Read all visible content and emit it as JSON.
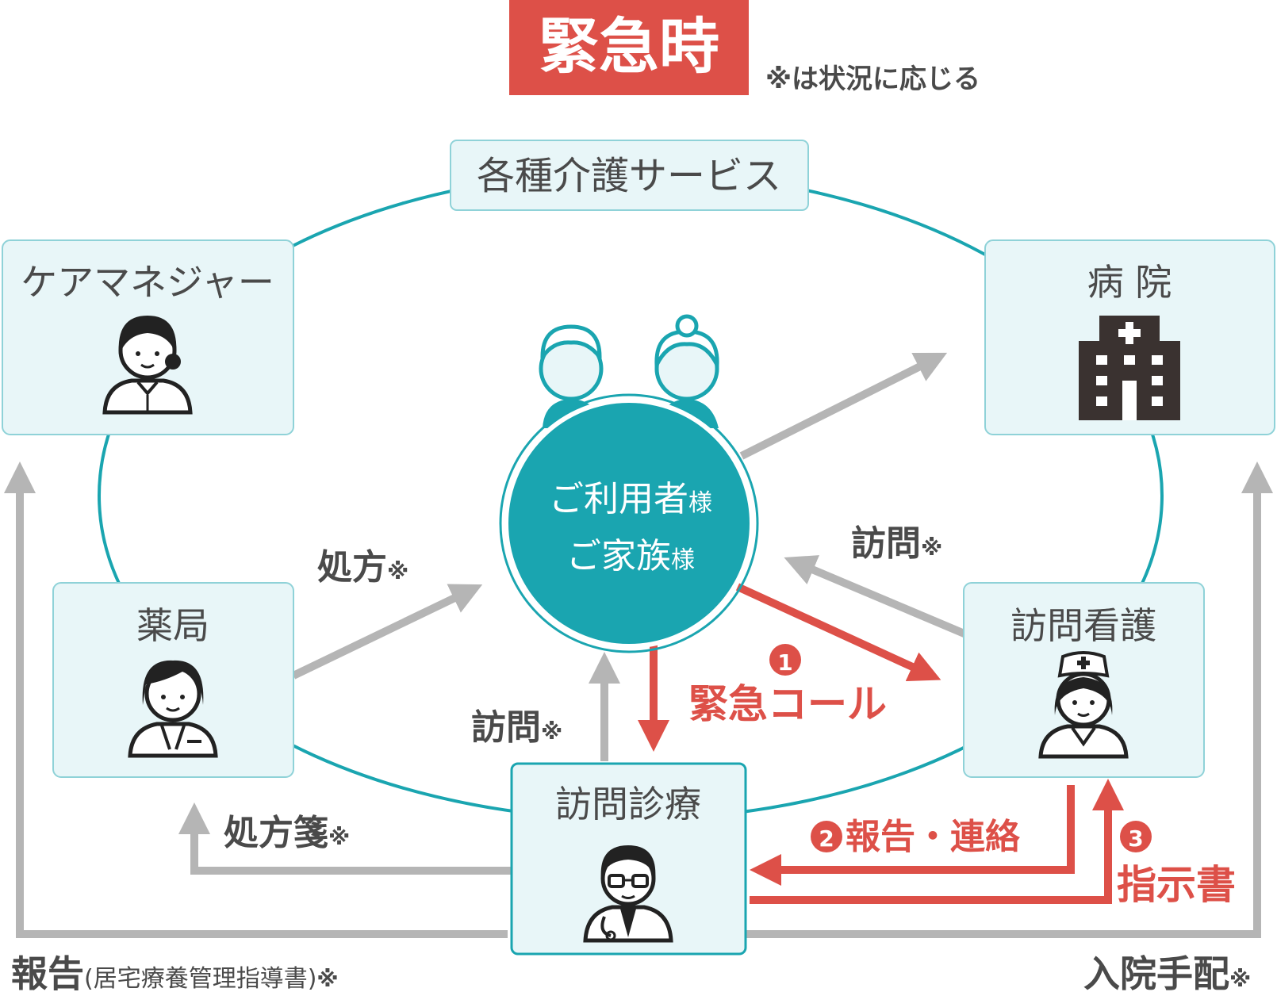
{
  "title": "緊急時",
  "note": "※は状況に応じる",
  "nodes": {
    "care_services": "各種介護サービス",
    "care_manager": "ケアマネジャー",
    "hospital": "病 院",
    "pharmacy": "薬局",
    "visiting_nursing": "訪問看護",
    "home_medical": "訪問診療",
    "user_line1": "ご利用者",
    "user_line1_suffix": "様",
    "user_line2": "ご家族",
    "user_line2_suffix": "様"
  },
  "arrows": {
    "prescription": "処方",
    "prescription_mark": "※",
    "visit_nurse": "訪問",
    "visit_nurse_mark": "※",
    "visit_doctor": "訪問",
    "visit_doctor_mark": "※",
    "emergency_num": "1",
    "emergency_call": "緊急コール",
    "report_num": "2",
    "report_contact": "報告・連絡",
    "instruction_num": "3",
    "instruction": "指示書",
    "prescription_slip": "処方箋",
    "prescription_slip_mark": "※",
    "report_main": "報告",
    "report_sub": "(居宅療養管理指導書)",
    "report_mark": "※",
    "admission": "入院手配",
    "admission_mark": "※"
  },
  "colors": {
    "teal": "#1aa5b0",
    "box_fill": "#e8f6f8",
    "box_border": "#8fd2d8",
    "red": "#dd5048",
    "gray_arrow": "#b5b5b5",
    "text_dark": "#4a4a4a"
  }
}
